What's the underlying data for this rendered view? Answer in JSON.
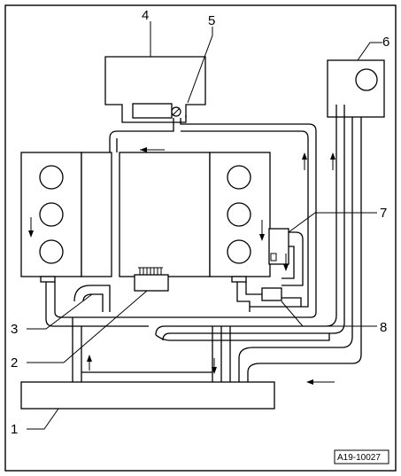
{
  "callouts": [
    {
      "id": "1",
      "label": "1"
    },
    {
      "id": "2",
      "label": "2"
    },
    {
      "id": "3",
      "label": "3"
    },
    {
      "id": "4",
      "label": "4"
    },
    {
      "id": "5",
      "label": "5"
    },
    {
      "id": "6",
      "label": "6"
    },
    {
      "id": "7",
      "label": "7"
    },
    {
      "id": "8",
      "label": "8"
    }
  ],
  "reference_code": "A19-10027"
}
